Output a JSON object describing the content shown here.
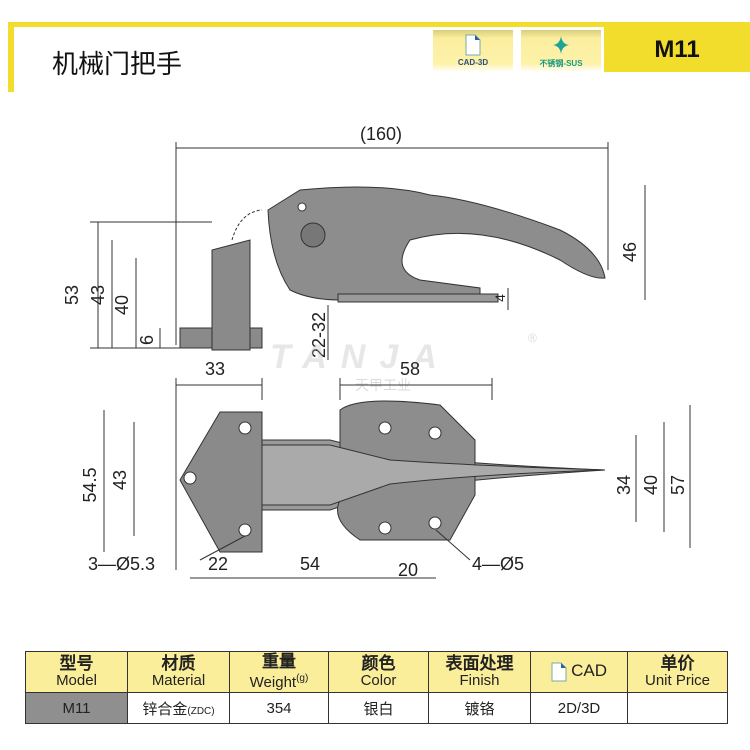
{
  "header": {
    "title": "机械门把手",
    "model": "M11",
    "badges": [
      {
        "icon": "file-icon",
        "label": "CAD-3D"
      },
      {
        "icon": "sparkle-icon",
        "label": "不锈钢-SUS"
      }
    ]
  },
  "watermark": {
    "brand": "TANJA",
    "cn": "天甲工业",
    "mark": "®"
  },
  "side_view": {
    "dims": {
      "overall": "(160)",
      "h53": "53",
      "h43": "43",
      "h40": "40",
      "h6": "6",
      "range": "22-32",
      "t4": "4",
      "h46": "46"
    }
  },
  "top_view": {
    "dims": {
      "w33": "33",
      "w58": "58",
      "h54_5": "54.5",
      "h43": "43",
      "h34": "34",
      "h40": "40",
      "h57": "57",
      "holes_left": "3—Ø5.3",
      "w22": "22",
      "w54": "54",
      "w20": "20",
      "holes_right": "4—Ø5"
    }
  },
  "spec_table": {
    "headers": [
      {
        "cn": "型号",
        "en": "Model"
      },
      {
        "cn": "材质",
        "en": "Material"
      },
      {
        "cn": "重量",
        "en": "Weight",
        "unit": "(g)"
      },
      {
        "cn": "颜色",
        "en": "Color"
      },
      {
        "cn": "表面处理",
        "en": "Finish"
      },
      {
        "cn": "CAD",
        "en": ""
      },
      {
        "cn": "单价",
        "en": "Unit Price"
      }
    ],
    "row": {
      "model": "M11",
      "material": "锌合金",
      "material_code": "(ZDC)",
      "weight": "354",
      "color": "银白",
      "finish": "镀铬",
      "cad": "2D/3D",
      "price": ""
    }
  }
}
